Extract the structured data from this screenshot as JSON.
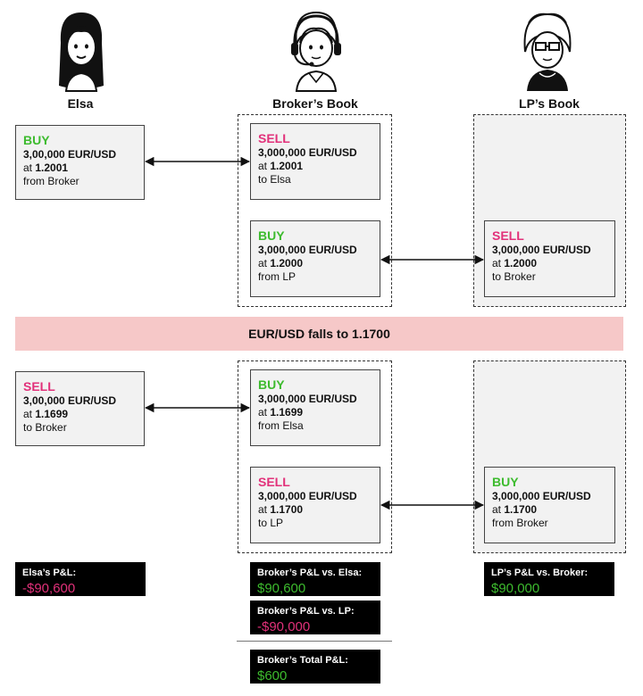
{
  "columns": {
    "elsa": "Elsa",
    "broker": "Broker’s Book",
    "lp": "LP’s Book"
  },
  "top": {
    "elsa_trade": {
      "side": "BUY",
      "amount": "3,00,000 EUR/USD",
      "at": "at ",
      "price": "1.2001",
      "party": "from Broker"
    },
    "broker_trade1": {
      "side": "SELL",
      "amount": "3,000,000 EUR/USD",
      "at": "at ",
      "price": "1.2001",
      "party": "to Elsa"
    },
    "broker_trade2": {
      "side": "BUY",
      "amount": "3,000,000 EUR/USD",
      "at": "at ",
      "price": "1.2000",
      "party": "from LP"
    },
    "lp_trade": {
      "side": "SELL",
      "amount": "3,000,000 EUR/USD",
      "at": "at ",
      "price": "1.2000",
      "party": "to Broker"
    }
  },
  "banner": "EUR/USD falls to 1.1700",
  "bottom": {
    "elsa_trade": {
      "side": "SELL",
      "amount": "3,00,000 EUR/USD",
      "at": "at ",
      "price": "1.1699",
      "party": "to Broker"
    },
    "broker_trade1": {
      "side": "BUY",
      "amount": "3,000,000 EUR/USD",
      "at": "at ",
      "price": "1.1699",
      "party": "from Elsa"
    },
    "broker_trade2": {
      "side": "SELL",
      "amount": "3,000,000 EUR/USD",
      "at": "at ",
      "price": "1.1700",
      "party": "to LP"
    },
    "lp_trade": {
      "side": "BUY",
      "amount": "3,000,000 EUR/USD",
      "at": "at ",
      "price": "1.1700",
      "party": "from Broker"
    }
  },
  "pnl": {
    "elsa": {
      "label": "Elsa’s P&L:",
      "value": "-$90,600"
    },
    "broker_vs_elsa": {
      "label": "Broker’s P&L vs. Elsa:",
      "value": "$90,600"
    },
    "broker_vs_lp": {
      "label": "Broker’s P&L vs. LP:",
      "value": "-$90,000"
    },
    "broker_total": {
      "label": "Broker’s Total P&L:",
      "value": "$600"
    },
    "lp": {
      "label": "LP’s P&L vs. Broker:",
      "value": "$90,000"
    }
  },
  "colors": {
    "buy": "#3dbb2e",
    "sell": "#e2317a",
    "banner": "#f6c8c8",
    "card": "#f2f2f2"
  },
  "icons": {
    "elsa": "woman-long-hair-avatar",
    "broker": "headset-operator-avatar",
    "lp": "glasses-woman-avatar"
  }
}
